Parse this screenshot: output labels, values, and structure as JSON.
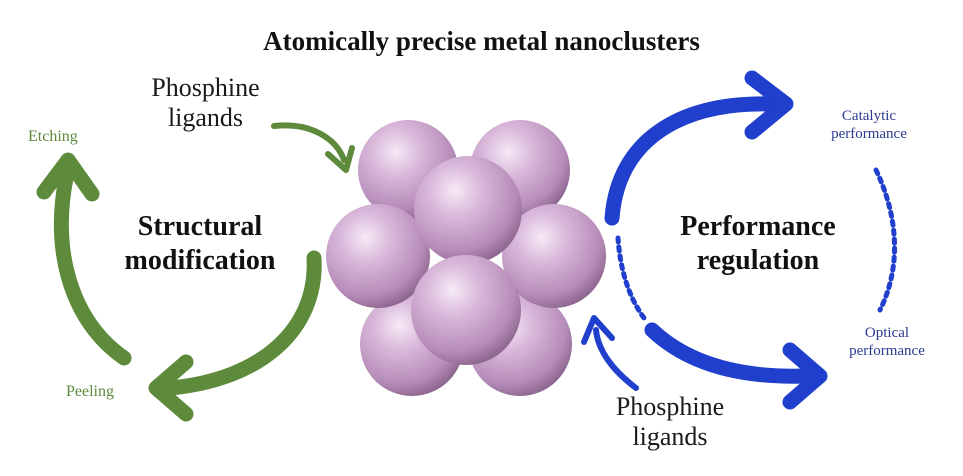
{
  "title": "Atomically precise metal nanoclusters",
  "left_cycle": {
    "heading_line1": "Structural",
    "heading_line2": "modification",
    "ligand_line1": "Phosphine",
    "ligand_line2": "ligands",
    "etching": "Etching",
    "peeling": "Peeling",
    "color": "#5e8a3c"
  },
  "right_cycle": {
    "heading_line1": "Performance",
    "heading_line2": "regulation",
    "ligand_line1": "Phosphine",
    "ligand_line2": "ligands",
    "catalytic_line1": "Catalytic",
    "catalytic_line2": "performance",
    "optical_line1": "Optical",
    "optical_line2": "performance",
    "color": "#1f3fcc",
    "label_color": "#2b3a8f"
  },
  "cluster": {
    "sphere_color": "#c9a6cc",
    "icon": "metal-nanocluster-icon"
  }
}
